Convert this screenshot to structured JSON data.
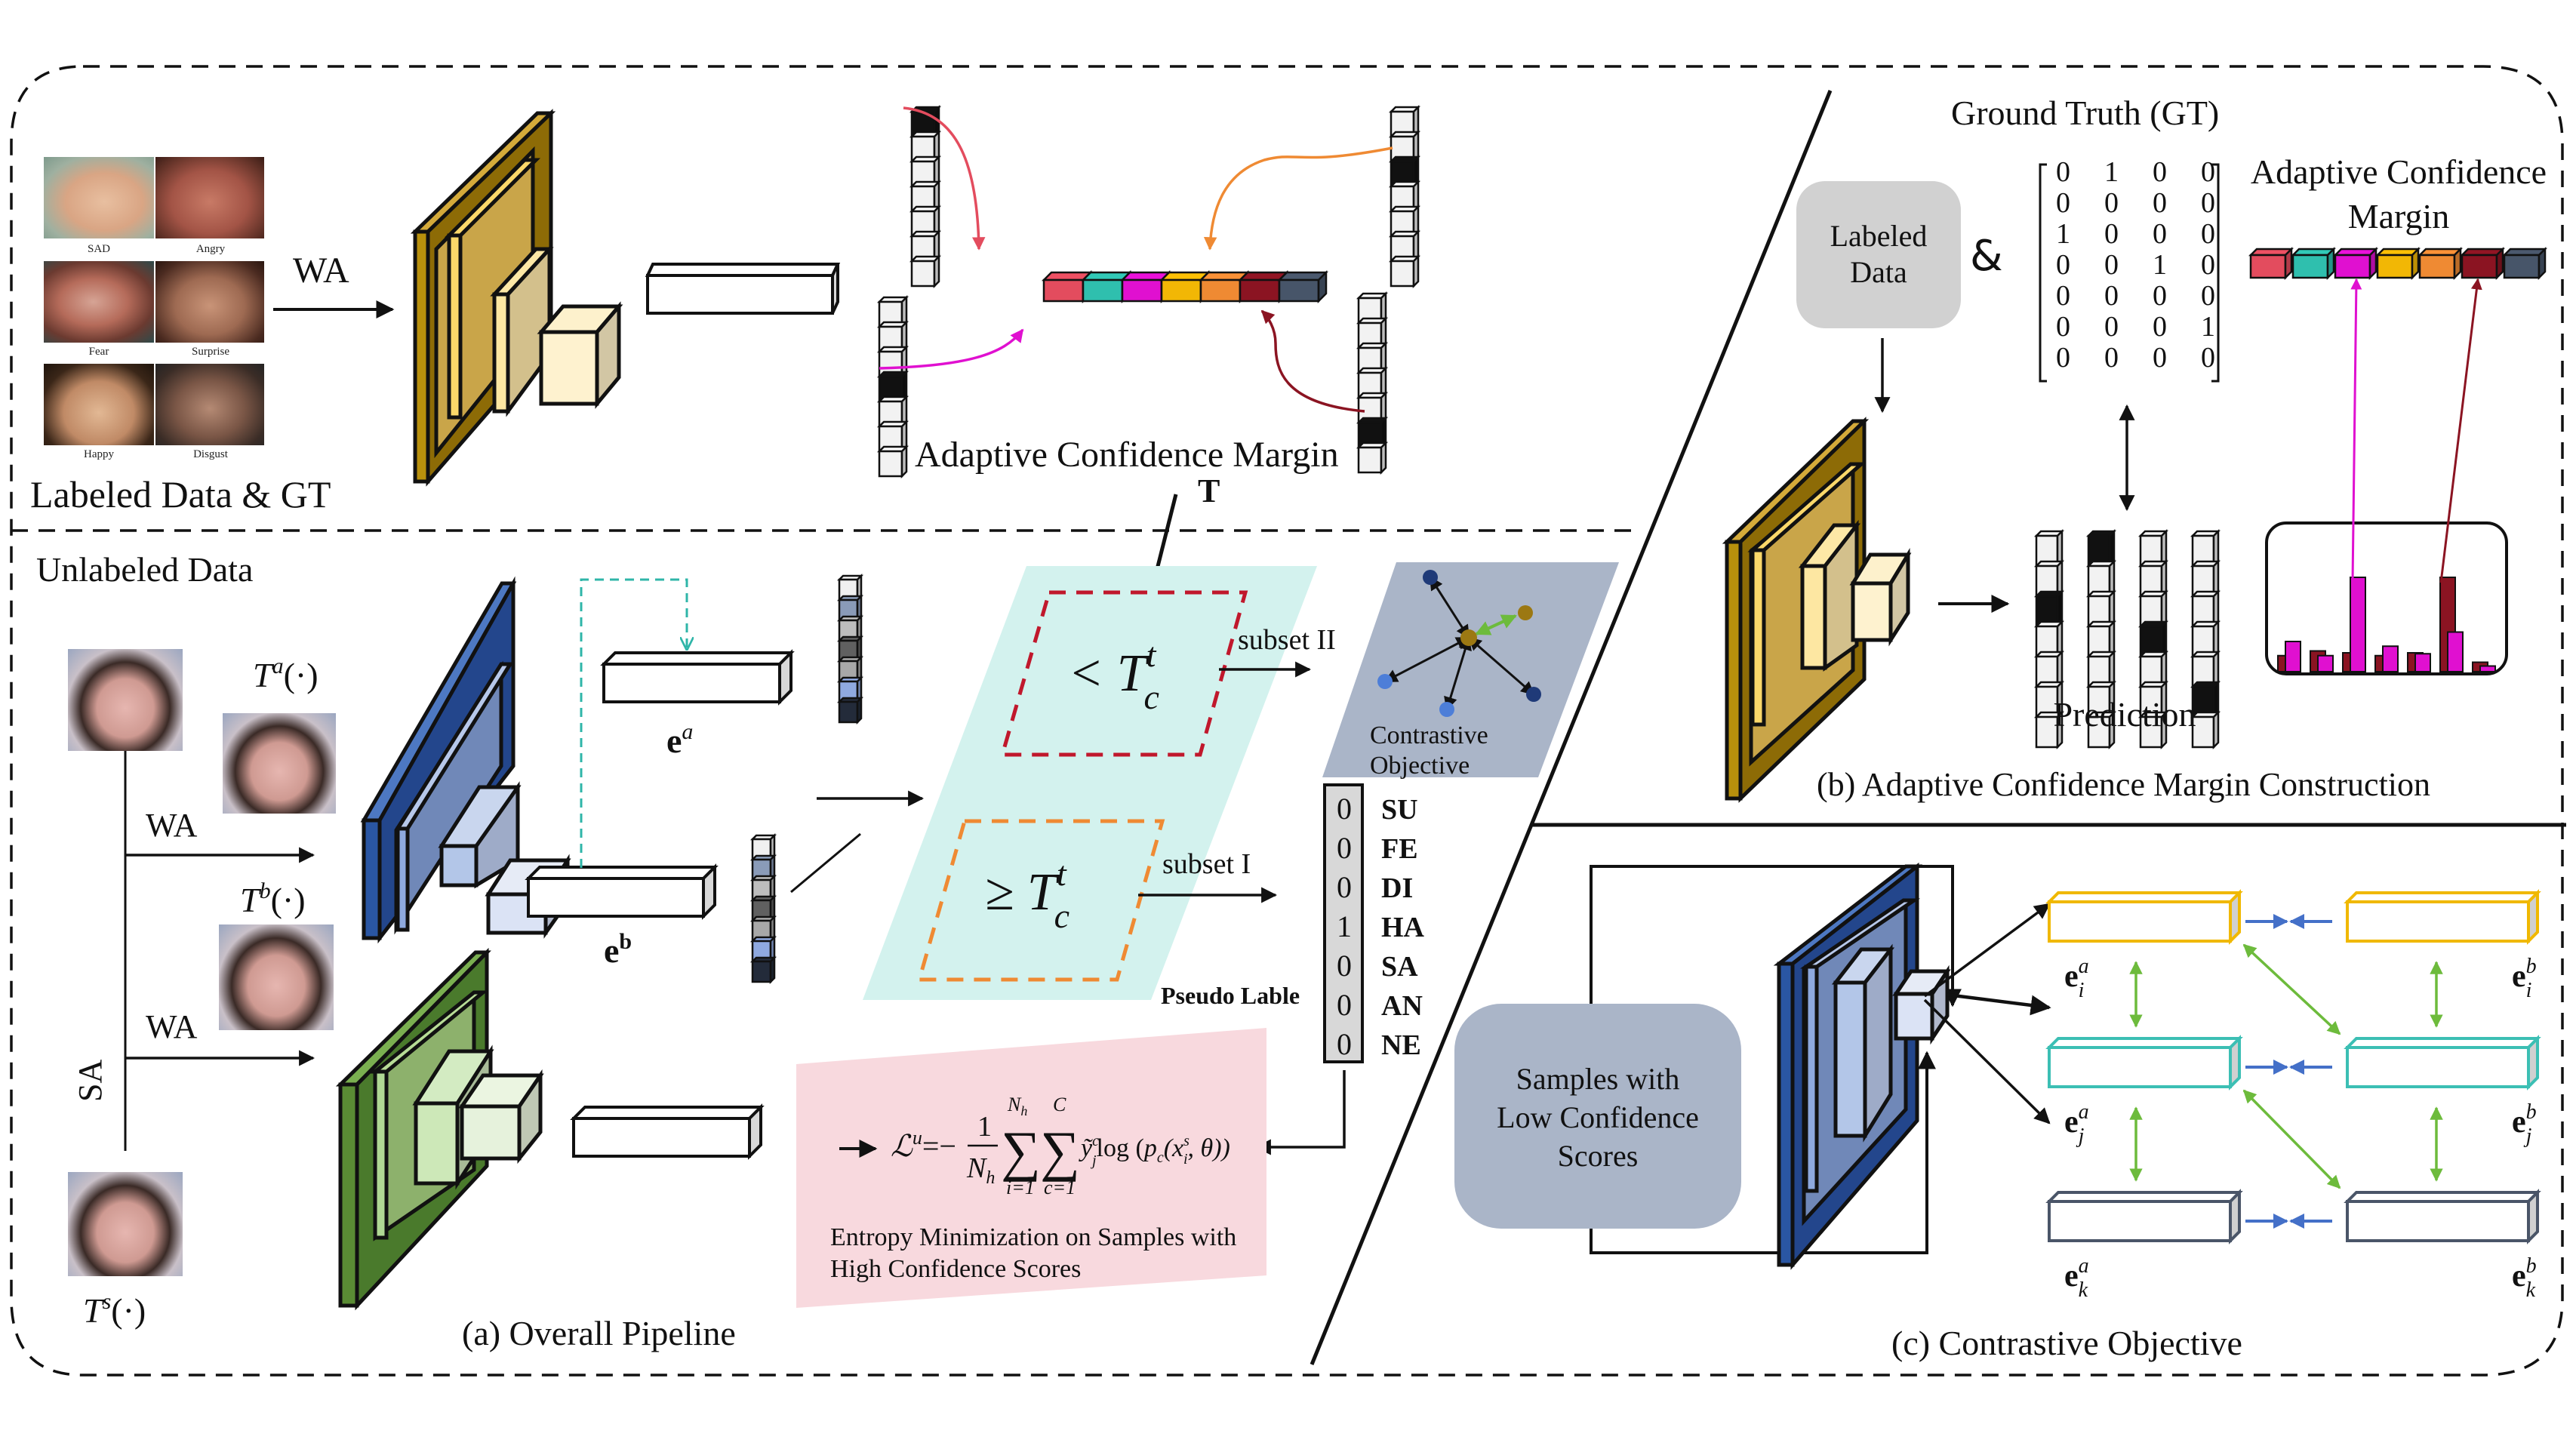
{
  "figure": {
    "panels": {
      "a": {
        "caption": "(a) Overall Pipeline"
      },
      "b": {
        "caption": "(b) Adaptive Confidence Margin Construction"
      },
      "c": {
        "caption": "(c) Contrastive Objective"
      }
    },
    "labeled_section": {
      "title": "Labeled Data & GT",
      "augment_label": "WA",
      "face_labels": [
        "SAD",
        "Angry",
        "Fear",
        "Surprise",
        "Happy",
        "Disgust"
      ],
      "acm_title": "Adaptive Confidence Margin",
      "acm_symbol": "T"
    },
    "unlabeled_section": {
      "title": "Unlabeled Data",
      "transform_a": "T",
      "transform_a_sup": "a",
      "transform_b": "T",
      "transform_b_sup": "b",
      "transform_s": "T",
      "transform_s_sup": "s",
      "transform_arg": "(·)",
      "wa_label_1": "WA",
      "wa_label_2": "WA",
      "sa_label": "SA",
      "embed_a": "e",
      "embed_a_sup": "a",
      "embed_b": "e",
      "embed_b_sup": "b"
    },
    "threshold": {
      "low": "< T",
      "high": "≥ T",
      "sub": "c",
      "sup": "t",
      "subset_low": "subset II",
      "subset_high": "subset I"
    },
    "contrastive_box": {
      "line1": "Contrastive",
      "line2": "Objective"
    },
    "pseudo_label": {
      "title": "Pseudo Lable",
      "values": [
        "0",
        "0",
        "0",
        "1",
        "0",
        "0",
        "0"
      ],
      "classes": [
        "SU",
        "FE",
        "DI",
        "HA",
        "SA",
        "AN",
        "NE"
      ],
      "highlight_index": 3,
      "highlight_color": "#e8141a"
    },
    "entropy": {
      "formula_lhs": "ℒ",
      "formula_lhs_sup": "u",
      "formula_eq": "=−",
      "frac_num": "1",
      "frac_den": "N",
      "frac_den_sub": "h",
      "sum1_top": "N",
      "sum1_top_sub": "h",
      "sum1_bottom": "i=1",
      "sum2_top": "C",
      "sum2_bottom": "c=1",
      "sum_symbol": "∑",
      "term": "ỹ",
      "term_sup": "c",
      "term_sub": "j",
      "log_part": "log",
      "p_part": "p",
      "p_sub": "c",
      "x_part": "(x",
      "x_sup": "s",
      "x_sub": "i",
      "theta_part": ", θ))",
      "caption_line1": "Entropy Minimization on Samples with",
      "caption_line2": "High Confidence Scores"
    },
    "panel_b": {
      "gt_title": "Ground Truth (GT)",
      "labeled_box": [
        "Labeled",
        "Data"
      ],
      "ampersand": "&",
      "gt_matrix": [
        [
          "0",
          "1",
          "0",
          "0"
        ],
        [
          "0",
          "0",
          "0",
          "0"
        ],
        [
          "1",
          "0",
          "0",
          "0"
        ],
        [
          "0",
          "0",
          "1",
          "0"
        ],
        [
          "0",
          "0",
          "0",
          "0"
        ],
        [
          "0",
          "0",
          "0",
          "1"
        ],
        [
          "0",
          "0",
          "0",
          "0"
        ]
      ],
      "acm_title_line1": "Adaptive Confidence",
      "acm_title_line2": "Margin",
      "prediction_label": "Prediction",
      "prediction_hot_index": [
        2,
        0,
        3,
        5
      ],
      "histogram": {
        "series_a_color": "#8b1422",
        "series_b_color": "#e010d0",
        "series_a": [
          0.17,
          0.22,
          0.2,
          0.17,
          0.2,
          1.0,
          0.1
        ],
        "series_b": [
          0.32,
          0.17,
          1.0,
          0.27,
          0.19,
          0.42,
          0.06
        ]
      }
    },
    "panel_c": {
      "samples_box": [
        "Samples with",
        "Low Confidence",
        "Scores"
      ],
      "embeddings": [
        {
          "base": "e",
          "sup": "a",
          "sub": "i",
          "col": "a",
          "row": 0
        },
        {
          "base": "e",
          "sup": "b",
          "sub": "i",
          "col": "b",
          "row": 0
        },
        {
          "base": "e",
          "sup": "a",
          "sub": "j",
          "col": "a",
          "row": 1
        },
        {
          "base": "e",
          "sup": "b",
          "sub": "j",
          "col": "b",
          "row": 1
        },
        {
          "base": "e",
          "sup": "a",
          "sub": "k",
          "col": "a",
          "row": 2
        },
        {
          "base": "e",
          "sup": "b",
          "sub": "k",
          "col": "b",
          "row": 2
        }
      ],
      "row_colors": [
        "#f0b800",
        "#3cbfb4",
        "#4a5568"
      ]
    },
    "acm_colors": [
      "#e34c5e",
      "#2fbfae",
      "#e010d0",
      "#f2b705",
      "#ef8a33",
      "#8b1422",
      "#475569"
    ],
    "colors": {
      "gold_dark": "#8a6a08",
      "gold_mid": "#c9a23c",
      "blue_dark": "#23468c",
      "green_dark": "#4a7a2c",
      "teal_panel": "#d3f2ee",
      "pink_panel": "#f8d9de",
      "slate_panel": "#aab5c8"
    }
  }
}
